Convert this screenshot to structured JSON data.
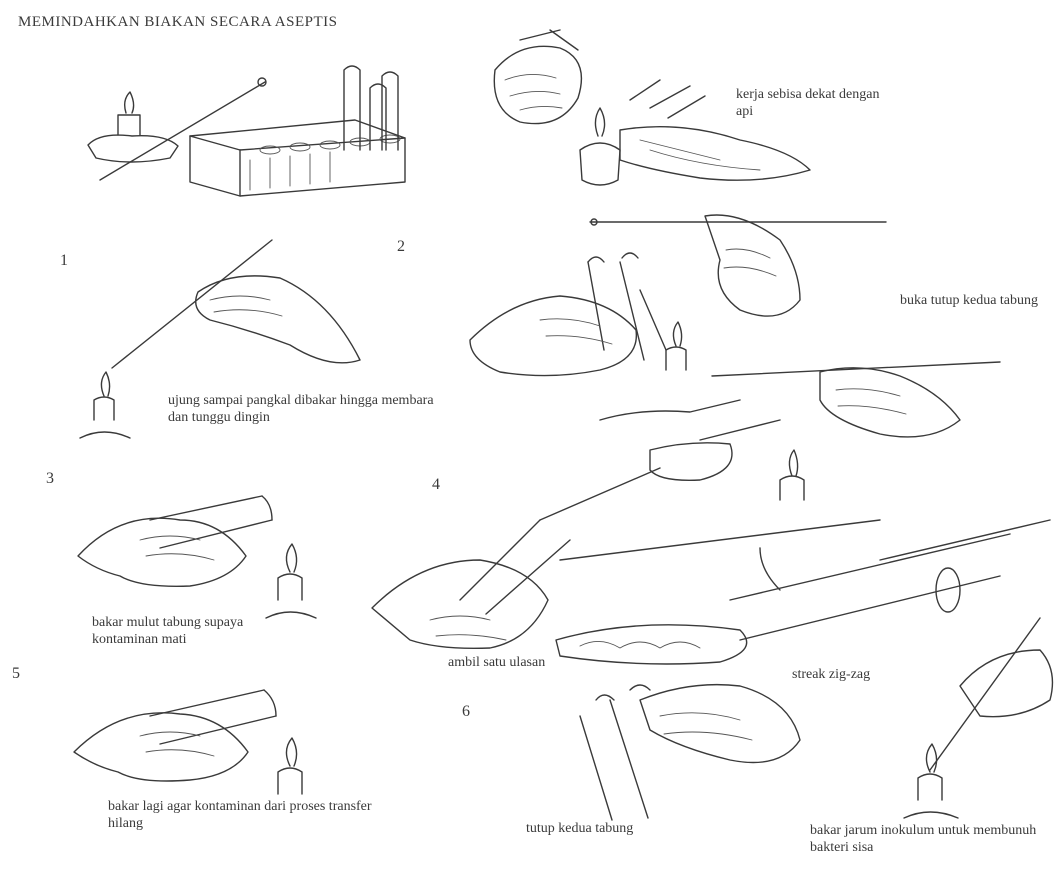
{
  "title": "MEMINDAHKAN BIAKAN SECARA ASEPTIS",
  "steps": [
    {
      "number": "1"
    },
    {
      "number": "2"
    },
    {
      "number": "3"
    },
    {
      "number": "4"
    },
    {
      "number": "5"
    },
    {
      "number": "6"
    }
  ],
  "captions": {
    "work_near_flame": "kerja sebisa dekat dengan api",
    "open_caps": "buka tutup kedua tabung",
    "heat_loop": "ujung sampai pangkal dibakar hingga membara dan tunggu dingin",
    "flame_tube_mouth": "bakar mulut tabung supaya kontaminan mati",
    "take_loop": "ambil satu ulasan",
    "streak": "streak zig-zag",
    "flame_again": "bakar lagi agar kontaminan dari proses transfer hilang",
    "close_tubes": "tutup kedua tabung",
    "flame_inoculum": "bakar jarum inokulum untuk membunuh bakteri sisa"
  }
}
